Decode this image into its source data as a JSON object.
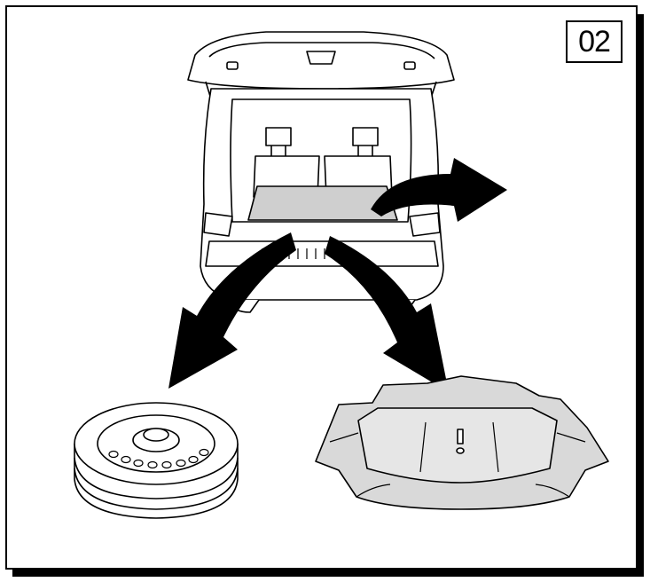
{
  "step": {
    "number": "02"
  },
  "illustration": {
    "items": [
      "vehicle-rear-open-tailgate",
      "spare-wheel",
      "storage-tray"
    ],
    "arrows": [
      "remove-cover-to-right",
      "remove-spare-wheel",
      "remove-storage-tray"
    ]
  },
  "colors": {
    "line": "#000000",
    "fill": "#ffffff",
    "tray_fill": "#d9d9d9",
    "cover_fill": "#cfcfcf",
    "arrow": "#000000"
  }
}
